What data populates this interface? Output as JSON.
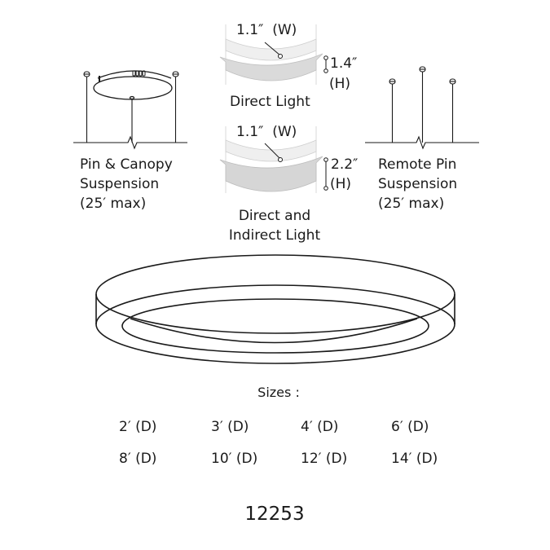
{
  "mounting_options": {
    "pin_canopy": {
      "label_lines": [
        "Pin & Canopy",
        "Suspension",
        "(25′ max)"
      ]
    },
    "remote_pin": {
      "label_lines": [
        "Remote Pin",
        "Suspension",
        "(25′ max)"
      ]
    }
  },
  "profiles": {
    "direct": {
      "width_label": "1.1″  (W)",
      "height_value": "1.4″",
      "height_unit": "(H)",
      "caption": "Direct Light"
    },
    "direct_indirect": {
      "width_label": "1.1″  (W)",
      "height_value": "2.2″",
      "height_unit": "(H)",
      "caption_lines": [
        "Direct and",
        "Indirect Light"
      ]
    }
  },
  "sizes": {
    "heading": "Sizes :",
    "rows": [
      [
        "2′ (D)",
        "3′ (D)",
        "4′ (D)",
        "6′ (D)"
      ],
      [
        "8′ (D)",
        "10′ (D)",
        "12′ (D)",
        "14′ (D)"
      ]
    ]
  },
  "model_number": "12253",
  "colors": {
    "line": "#1a1a1a",
    "profile_light": "#ececec",
    "profile_mid": "#d6d6d6",
    "profile_dark": "#c8c8c8"
  }
}
